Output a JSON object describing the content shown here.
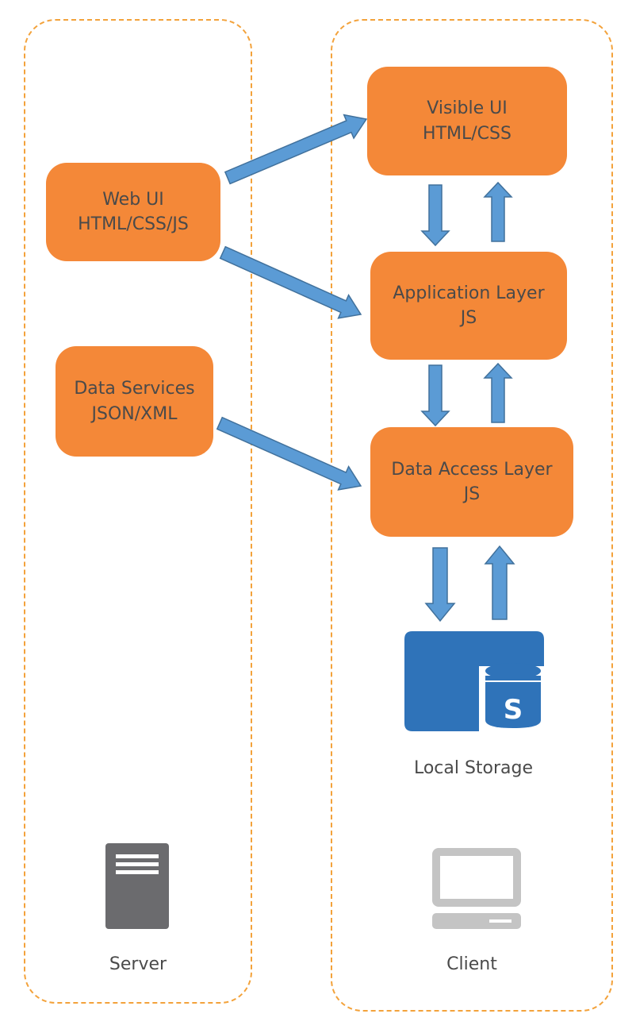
{
  "diagram": {
    "zones": {
      "server": {
        "caption": "Server"
      },
      "client": {
        "caption": "Client"
      }
    },
    "nodes": {
      "web_ui": {
        "line1": "Web UI",
        "line2": "HTML/CSS/JS"
      },
      "data_services": {
        "line1": "Data Services",
        "line2": "JSON/XML"
      },
      "visible_ui": {
        "line1": "Visible UI",
        "line2": "HTML/CSS"
      },
      "application_layer": {
        "line1": "Application Layer",
        "line2": "JS"
      },
      "data_access_layer": {
        "line1": "Data Access Layer",
        "line2": "JS"
      },
      "local_storage": {
        "caption": "Local Storage",
        "icon": "database-icon",
        "icon_letter": "S"
      }
    },
    "edges": [
      {
        "from": "Web UI",
        "to": "Visible UI"
      },
      {
        "from": "Web UI",
        "to": "Application Layer"
      },
      {
        "from": "Data Services",
        "to": "Data Access Layer"
      },
      {
        "from": "Visible UI",
        "to": "Application Layer"
      },
      {
        "from": "Application Layer",
        "to": "Visible UI"
      },
      {
        "from": "Application Layer",
        "to": "Data Access Layer"
      },
      {
        "from": "Data Access Layer",
        "to": "Application Layer"
      },
      {
        "from": "Data Access Layer",
        "to": "Local Storage"
      },
      {
        "from": "Local Storage",
        "to": "Data Access Layer"
      }
    ],
    "icons": {
      "server": "server-icon",
      "client": "computer-icon"
    },
    "colors": {
      "node_fill": "#f48838",
      "zone_border": "#f3a23b",
      "arrow_fill": "#5b9bd5",
      "arrow_stroke": "#41719c",
      "storage_blue": "#2f73b9",
      "server_gray": "#6b6b6e",
      "client_gray": "#c4c4c4"
    }
  }
}
